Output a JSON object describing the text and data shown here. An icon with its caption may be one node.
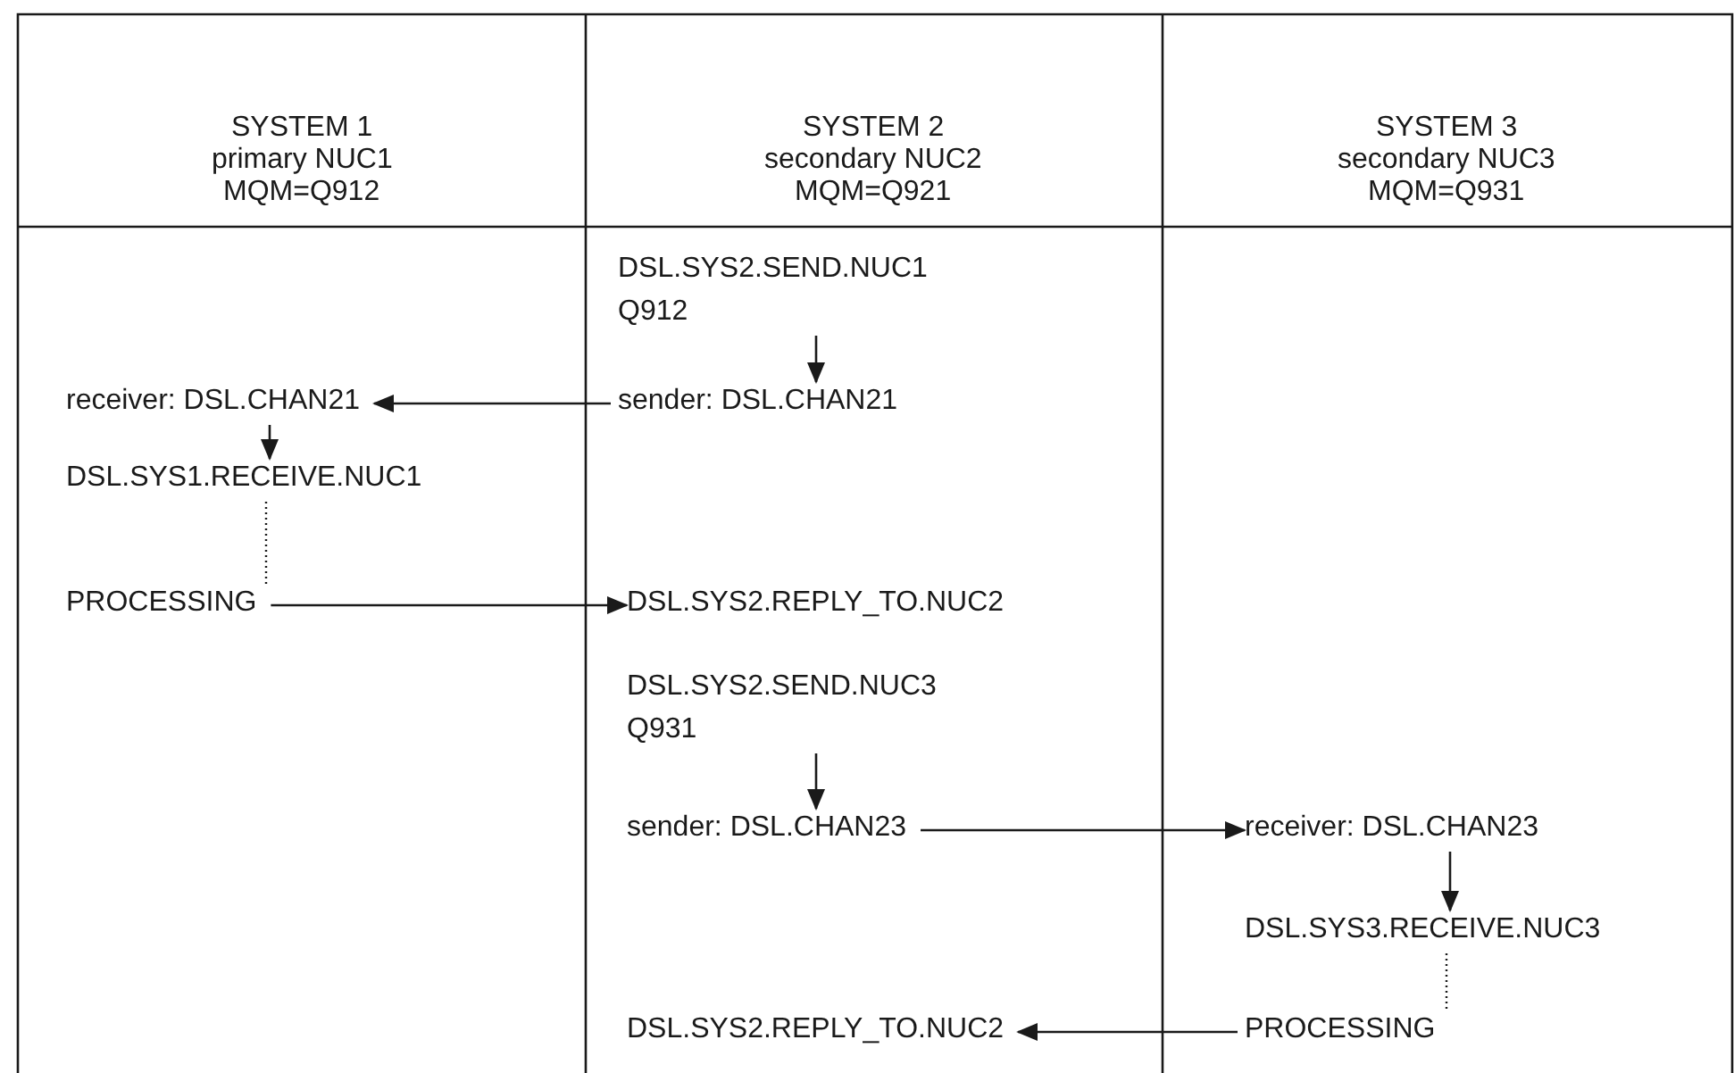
{
  "diagram": {
    "nodes": [
      {
        "text": [
          "DSL.SYS2.SEND.NUC1 Q912"
        ]
      },
      {
        "text": [
          "sender: DSL.CHAN21"
        ]
      },
      {
        "text": [
          "receiver: DSL.CHAN21"
        ]
      },
      {
        "text": [
          "DSL.SYS1.RECEIVE.NUC1"
        ]
      },
      {
        "text": [
          "PROCESSING"
        ]
      },
      {
        "text": [
          "DSL.SYS2.REPLY_TO.NUC2"
        ]
      },
      {
        "text": [
          "DSL.SYS2.SEND.NUC3 Q931"
        ]
      },
      {
        "text": [
          "sender: DSL.CHAN23"
        ]
      },
      {
        "text": [
          "receiver: DSL.CHAN23"
        ]
      },
      {
        "text": [
          "DSL.SYS3.RECEIVE.NUC3"
        ]
      },
      {
        "text": [
          "PROCESSING"
        ]
      },
      {
        "text": [
          "DSL.SYS2.REPLY_TO.NUC2"
        ]
      }
    ],
    "edges": [
      {
        "from": 0,
        "to": 1,
        "arrow": "to"
      },
      {
        "from": 1,
        "to": 2,
        "arrow": "to"
      },
      {
        "from": 2,
        "to": 3,
        "arrow": "to"
      },
      {
        "from": 3,
        "to": 4,
        "arrow": "none",
        "style": "dashed"
      },
      {
        "from": 4,
        "to": 5,
        "arrow": "to"
      },
      {
        "from": 6,
        "to": 7,
        "arrow": "to"
      },
      {
        "from": 7,
        "to": 8,
        "arrow": "to"
      },
      {
        "from": 8,
        "to": 9,
        "arrow": "to"
      },
      {
        "from": 9,
        "to": 10,
        "arrow": "none",
        "style": "dashed"
      },
      {
        "from": 10,
        "to": 11,
        "arrow": "to"
      }
    ],
    "labels": [
      "SYSTEM 1",
      "primary NUC1",
      "MQM=Q912",
      "SYSTEM 2",
      "secondary NUC2",
      "MQM=Q921",
      "SYSTEM 3",
      "secondary NUC3",
      "MQM=Q931"
    ]
  }
}
